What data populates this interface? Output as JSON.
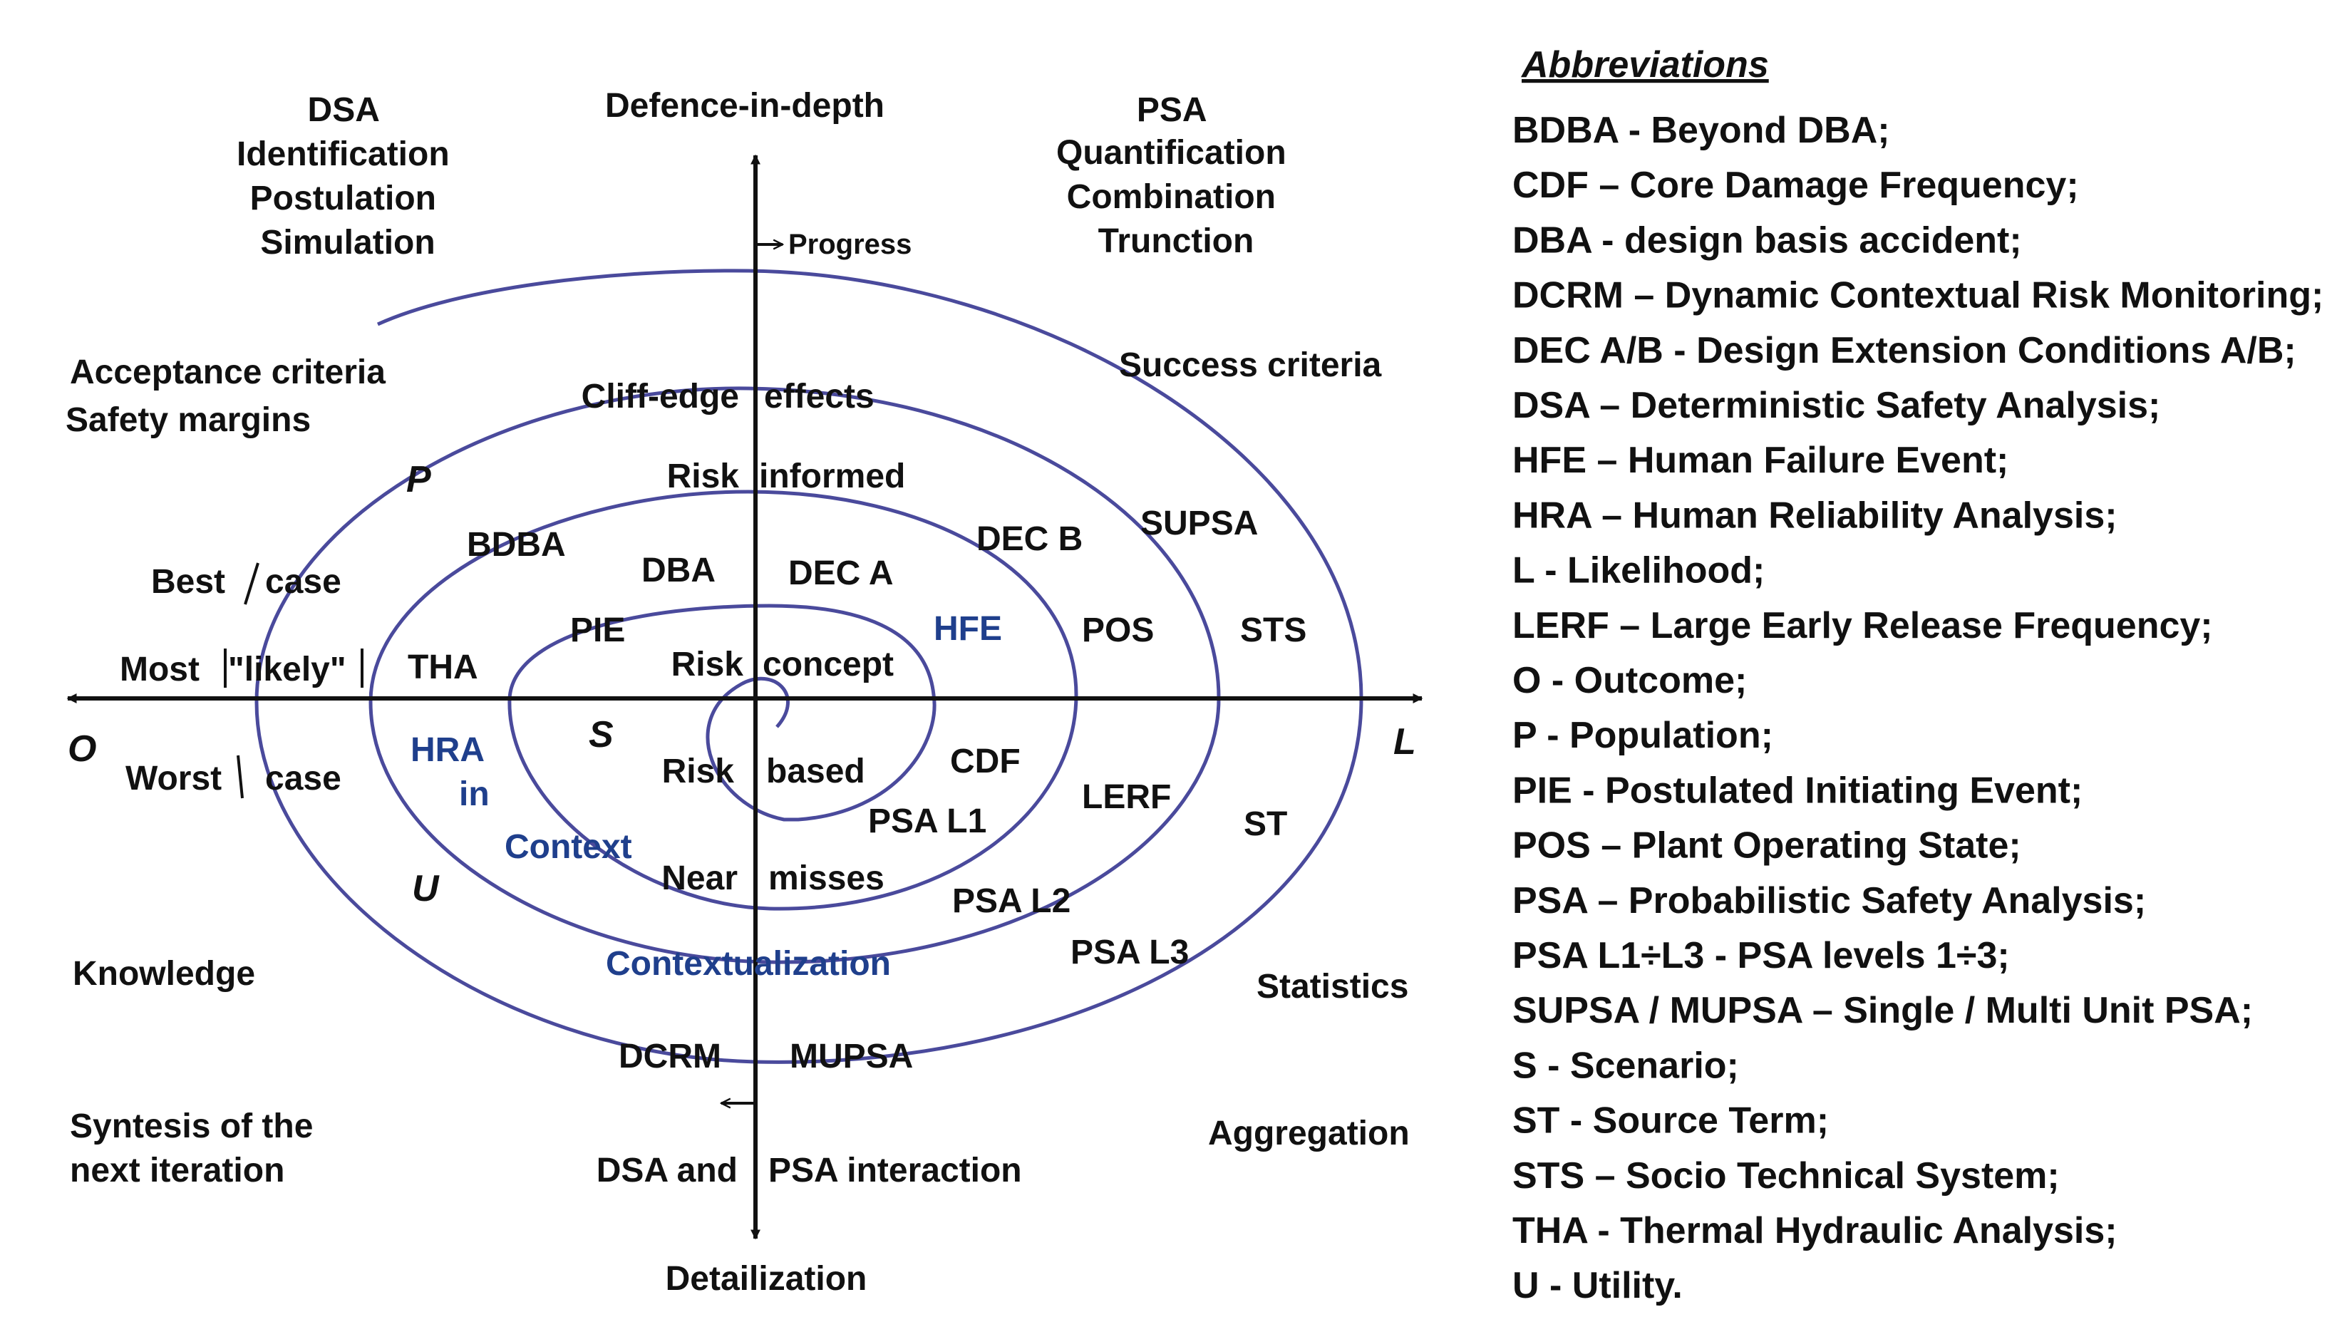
{
  "colors": {
    "curve": "#4a4a9c",
    "text": "#111111",
    "accent_text": "#1f3f8c"
  },
  "corners": {
    "top_left": [
      "DSA",
      "Identification",
      "Postulation",
      "Simulation"
    ],
    "top_right": [
      "PSA",
      "Quantification",
      "Combination",
      "Trunction"
    ]
  },
  "axes": {
    "top": "Defence-in-depth",
    "bottom": "Detailization",
    "left": "O",
    "right": "L",
    "progress": "Progress"
  },
  "labels": {
    "acceptance_criteria": "Acceptance criteria",
    "safety_margins": "Safety margins",
    "success_criteria": "Success criteria",
    "cliff_edge": "Cliff-edge",
    "effects": "effects",
    "risk_a": "Risk",
    "informed": "informed",
    "p": "P",
    "bdba": "BDBA",
    "dec_b": "DEC B",
    "supsa": "SUPSA",
    "best": "Best",
    "case_best": "case",
    "dba": "DBA",
    "dec_a": "DEC A",
    "pie": "PIE",
    "hfe": "HFE",
    "pos": "POS",
    "sts": "STS",
    "most": "Most",
    "likely": "\"likely\"",
    "tha": "THA",
    "risk_b": "Risk",
    "concept": "concept",
    "s": "S",
    "hra": "HRA",
    "in": "in",
    "worst": "Worst",
    "case_worst": "case",
    "risk_c": "Risk",
    "based": "based",
    "cdf": "CDF",
    "lerf": "LERF",
    "psa_l1": "PSA L1",
    "st": "ST",
    "context": "Context",
    "u": "U",
    "near": "Near",
    "misses": "misses",
    "psa_l2": "PSA L2",
    "psa_l3": "PSA L3",
    "contextualization": "Contextualization",
    "knowledge": "Knowledge",
    "statistics": "Statistics",
    "dcrm": "DCRM",
    "mupsa": "MUPSA",
    "syntesis_1": "Syntesis of the",
    "syntesis_2": "next iteration",
    "aggregation": "Aggregation",
    "dsa_and": "DSA and",
    "psa_interaction": "PSA interaction"
  },
  "abbreviations": {
    "title": "Abbreviations",
    "items": [
      "BDBA - Beyond DBA;",
      "CDF – Core Damage Frequency;",
      "DBA - design basis accident;",
      "DCRM – Dynamic Contextual Risk Monitoring;",
      "DEC A/B - Design Extension Conditions A/B;",
      "DSA – Deterministic Safety Analysis;",
      "HFE – Human Failure Event;",
      "HRA – Human Reliability Analysis;",
      "L - Likelihood;",
      "LERF – Large Early Release Frequency;",
      "O - Outcome;",
      "P - Population;",
      "PIE - Postulated Initiating Event;",
      "POS – Plant Operating State;",
      "PSA – Probabilistic Safety Analysis;",
      "PSA L1÷L3 - PSA levels 1÷3;",
      "SUPSA / MUPSA – Single / Multi Unit PSA;",
      "S - Scenario;",
      "ST - Source Term;",
      "STS – Socio Technical System;",
      "THA - Thermal Hydraulic Analysis;",
      "U - Utility."
    ]
  }
}
